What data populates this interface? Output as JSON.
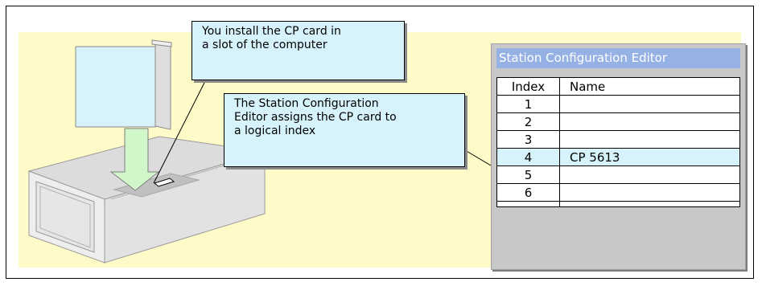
{
  "callouts": {
    "install": "You install the CP card in\na slot of the computer",
    "editor": "The Station Configuration\nEditor assigns the CP card to\na logical index"
  },
  "editor": {
    "title": "Station Configuration Editor",
    "columns": {
      "index": "Index",
      "name": "Name"
    },
    "rows": [
      {
        "index": "1",
        "name": ""
      },
      {
        "index": "2",
        "name": ""
      },
      {
        "index": "3",
        "name": ""
      },
      {
        "index": "4",
        "name": "CP 5613"
      },
      {
        "index": "5",
        "name": ""
      },
      {
        "index": "6",
        "name": ""
      }
    ],
    "selected_index": "4"
  },
  "colors": {
    "panel_background": "#fffbc8",
    "callout_fill": "#d6f3fb",
    "title_bar": "#96b1e3",
    "card": "#d6f3fb",
    "arrow": "#d0f6c9"
  }
}
